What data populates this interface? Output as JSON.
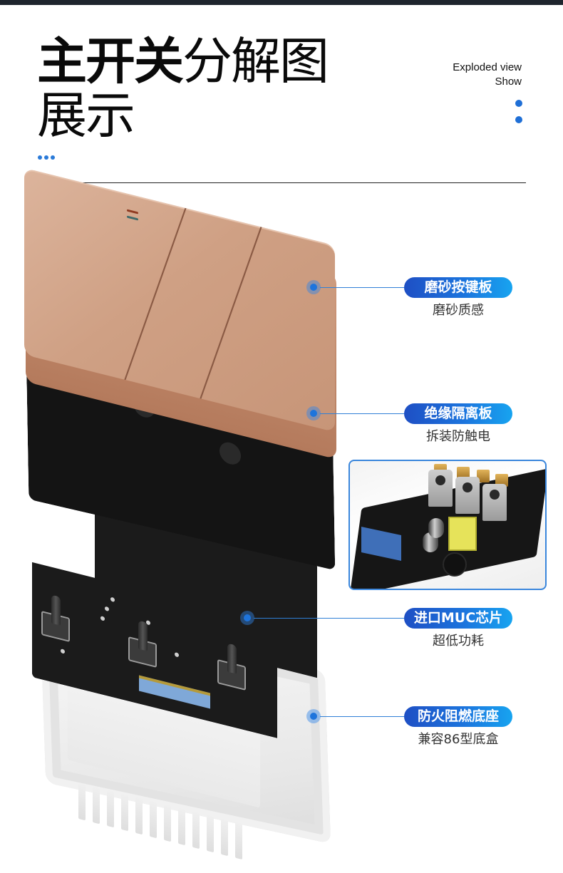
{
  "header": {
    "title_bold": "主开关",
    "title_regular": "分解图",
    "title_line2": "展示",
    "subtitle_line1": "Exploded view",
    "subtitle_line2": "Show",
    "accent_color": "#1f6fd6"
  },
  "callouts": [
    {
      "label": "磨砂按键板",
      "sub": "磨砂质感"
    },
    {
      "label": "绝缘隔离板",
      "sub": "拆装防触电"
    },
    {
      "label": "进口MUC芯片",
      "sub": "超低功耗"
    },
    {
      "label": "防火阻燃底座",
      "sub": "兼容86型底盒"
    }
  ],
  "illustration": {
    "layers": [
      "rose-gold-key-panel",
      "black-insulation-sheet",
      "pcb-board",
      "white-flame-retardant-base"
    ],
    "inset": "pcb-component-closeup",
    "panel_color": "#cfa084",
    "pill_gradient": [
      "#1e4fc4",
      "#17a4f0"
    ]
  }
}
